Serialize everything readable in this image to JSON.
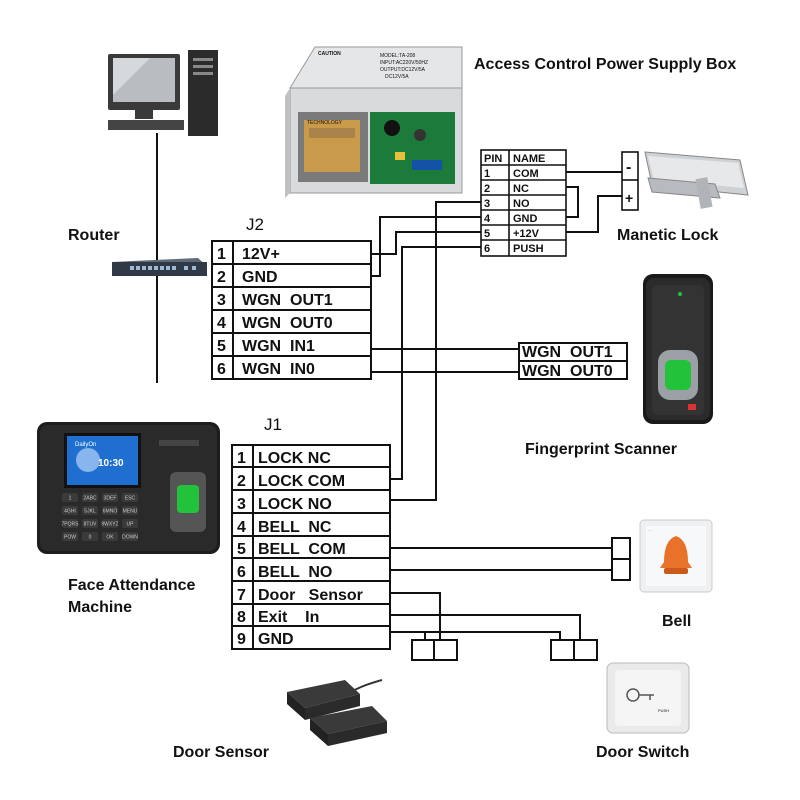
{
  "labels": {
    "power_supply": "Access Control Power Supply Box",
    "router": "Router",
    "lock": "Manetic Lock",
    "fingerprint_scanner": "Fingerprint Scanner",
    "face_machine_line1": "Face Attendance",
    "face_machine_line2": "Machine",
    "bell": "Bell",
    "door_sensor": "Door Sensor",
    "door_switch": "Door Switch"
  },
  "power_box": {
    "caution": "CAUTION",
    "model": "MODEL:TA-208",
    "input": "INPUT:AC220V/50HZ",
    "output": "OUTPUT:DC12V/5A",
    "dc": "DC12V/5A",
    "transformer": "TECHNOLOGY"
  },
  "pin_table": {
    "header": [
      "PIN",
      "NAME"
    ],
    "rows": [
      {
        "pin": "1",
        "name": "COM"
      },
      {
        "pin": "2",
        "name": "NC"
      },
      {
        "pin": "3",
        "name": "NO"
      },
      {
        "pin": "4",
        "name": "GND"
      },
      {
        "pin": "5",
        "name": "+12V"
      },
      {
        "pin": "6",
        "name": "PUSH"
      }
    ]
  },
  "lock_terminals": {
    "minus": "-",
    "plus": "+"
  },
  "j2": {
    "title": "J2",
    "rows": [
      {
        "num": "1",
        "name": "12V+"
      },
      {
        "num": "2",
        "name": "GND"
      },
      {
        "num": "3",
        "name": "WGN  OUT1"
      },
      {
        "num": "4",
        "name": "WGN  OUT0"
      },
      {
        "num": "5",
        "name": "WGN  IN1"
      },
      {
        "num": "6",
        "name": "WGN  IN0"
      }
    ]
  },
  "scanner_terminals": [
    "WGN  OUT1",
    "WGN  OUT0"
  ],
  "j1": {
    "title": "J1",
    "rows": [
      {
        "num": "1",
        "name": "LOCK NC"
      },
      {
        "num": "2",
        "name": "LOCK COM"
      },
      {
        "num": "3",
        "name": "LOCK NO"
      },
      {
        "num": "4",
        "name": "BELL  NC"
      },
      {
        "num": "5",
        "name": "BELL  COM"
      },
      {
        "num": "6",
        "name": "BELL  NO"
      },
      {
        "num": "7",
        "name": "Door   Sensor"
      },
      {
        "num": "8",
        "name": "Exit    In"
      },
      {
        "num": "9",
        "name": "GND"
      }
    ]
  },
  "device_screen": {
    "brand": "DailyOn",
    "time": "10:30"
  },
  "keypad": [
    "1",
    "2ABC",
    "3DEF",
    "ESC",
    "4GHI",
    "5JKL",
    "6MNO",
    "MENU",
    "7PQRS",
    "8TUV",
    "9WXYZ",
    "UP",
    "POW",
    "0",
    "OK",
    "DOWN"
  ],
  "door_switch_label": "PUSH",
  "colors": {
    "line": "#111111",
    "screen_blue": "#1f6fd1",
    "fingerprint_green": "#22c33a",
    "bell_orange": "#e8722a"
  }
}
